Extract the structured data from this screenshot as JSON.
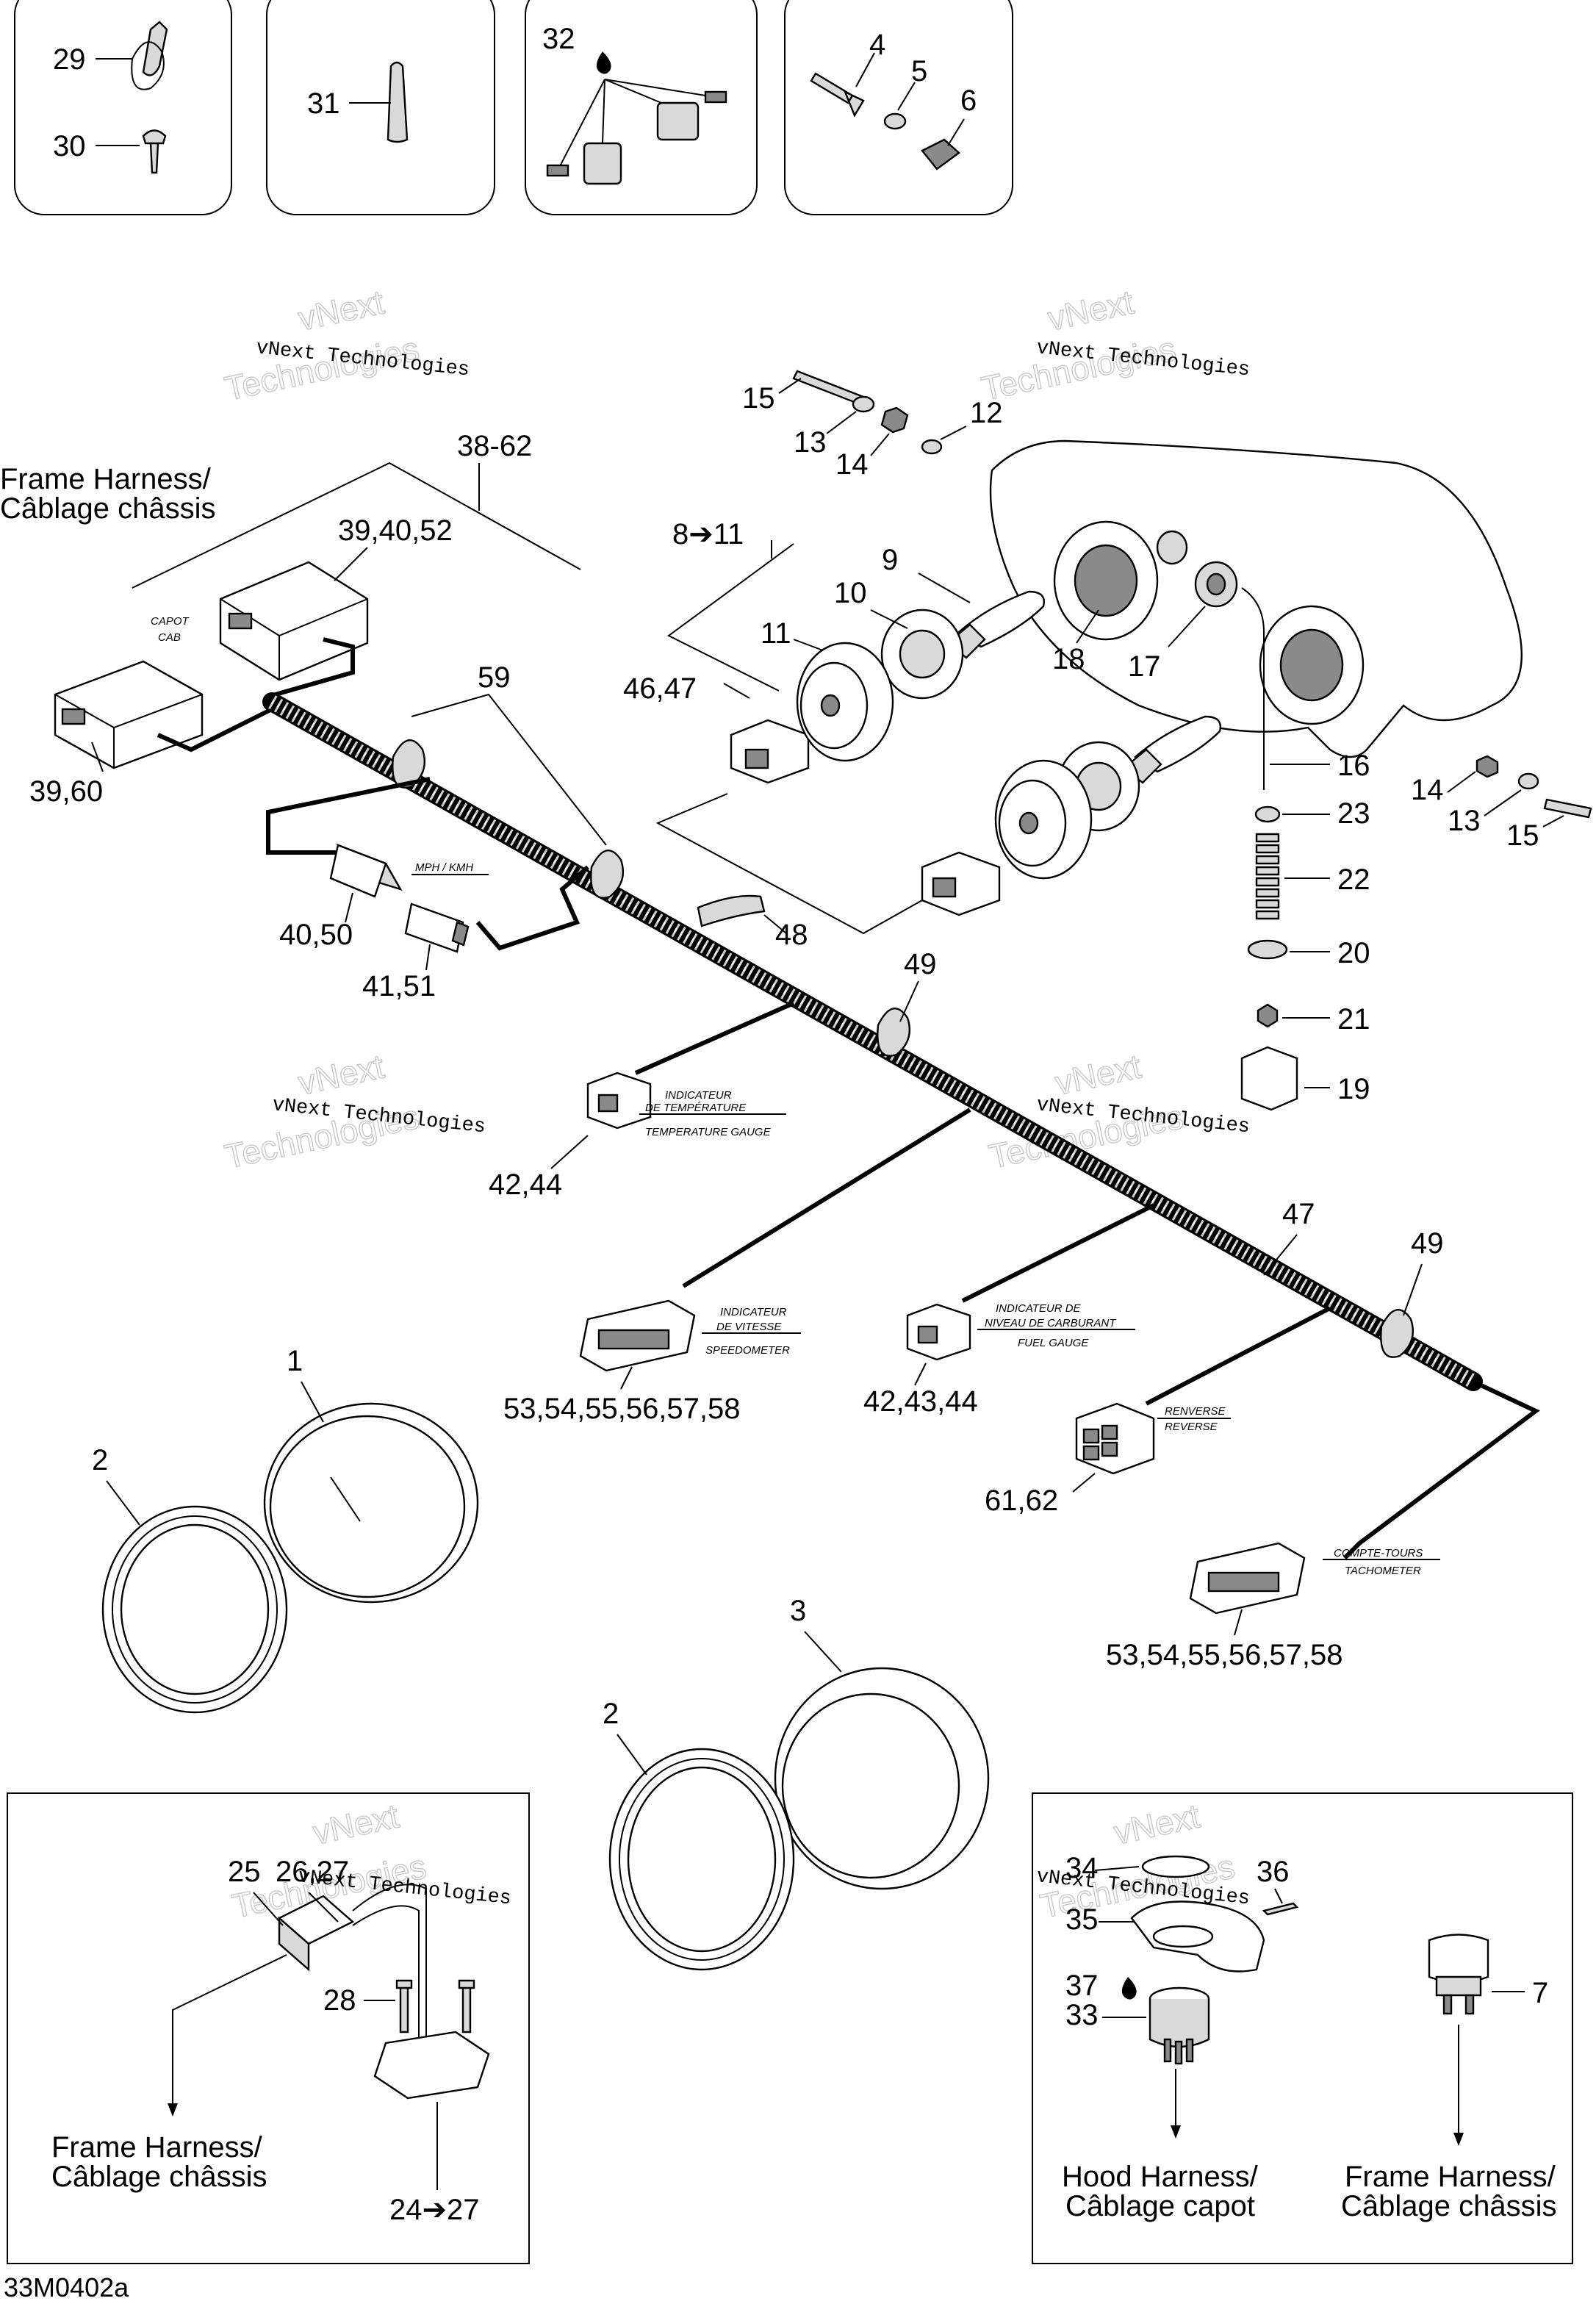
{
  "footer_code": "33M0402a",
  "watermark": {
    "line1": "vNext Technologies",
    "outline_top": "vNext",
    "outline_bottom": "Technologies"
  },
  "headings": {
    "frame_harness_top": [
      "Frame Harness/",
      "Câblage châssis"
    ],
    "frame_harness_left": [
      "Frame Harness/",
      "Câblage châssis"
    ],
    "hood_harness": [
      "Hood Harness/",
      "Câblage capot"
    ],
    "frame_harness_right": [
      "Frame Harness/",
      "Câblage châssis"
    ]
  },
  "callouts": {
    "c29": "29",
    "c30": "30",
    "c31": "31",
    "c32": "32",
    "c4": "4",
    "c5": "5",
    "c6": "6",
    "c15a": "15",
    "c13a": "13",
    "c14a": "14",
    "c12": "12",
    "c38_62": "38-62",
    "c39_40_52": "39,40,52",
    "c39_60": "39,60",
    "c8_11": "8➔11",
    "c9": "9",
    "c10": "10",
    "c11": "11",
    "c18": "18",
    "c17": "17",
    "c46_47": "46,47",
    "c59": "59",
    "c16": "16",
    "c14b": "14",
    "c13b": "13",
    "c15b": "15",
    "c23": "23",
    "c22": "22",
    "c20": "20",
    "c21": "21",
    "c19": "19",
    "c40_50": "40,50",
    "c41_51": "41,51",
    "c48": "48",
    "c49a": "49",
    "c42_44": "42,44",
    "c47": "47",
    "c49b": "49",
    "c53a": "53,54,55,56,57,58",
    "c42_43_44": "42,43,44",
    "c61_62": "61,62",
    "c53b": "53,54,55,56,57,58",
    "c1": "1",
    "c2a": "2",
    "c3": "3",
    "c2b": "2",
    "c25": "25",
    "c26_27": "26,27",
    "c28": "28",
    "c24_27": "24➔27",
    "c34": "34",
    "c36": "36",
    "c35": "35",
    "c37": "37",
    "c33": "33",
    "c7": "7"
  },
  "wire_labels": {
    "cab": [
      "CAPOT",
      "CAB"
    ],
    "mph": "MPH / KMH",
    "temp": [
      "INDICATEUR",
      "DE TEMPÉRATURE",
      "TEMPERATURE GAUGE"
    ],
    "speedo": [
      "INDICATEUR",
      "DE VITESSE",
      "SPEEDOMETER"
    ],
    "fuel": [
      "INDICATEUR DE",
      "NIVEAU DE CARBURANT",
      "FUEL GAUGE"
    ],
    "reverse": [
      "RENVERSE",
      "REVERSE"
    ],
    "tacho": [
      "COMPTE-TOURS",
      "TACHOMETER"
    ]
  }
}
